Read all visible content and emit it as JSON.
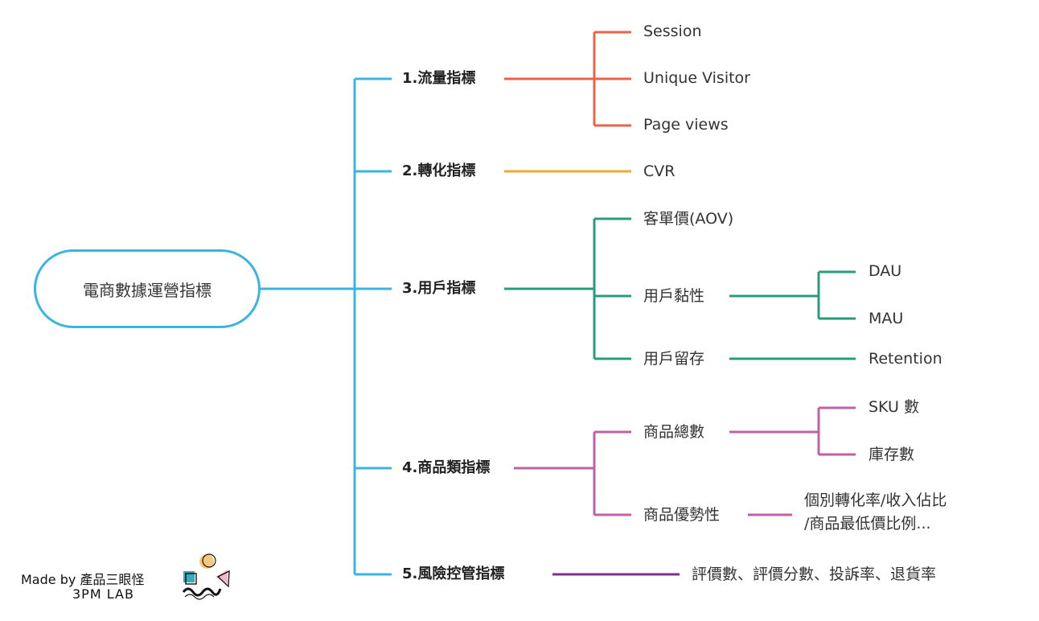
{
  "root": {
    "label": "電商數據運營指標",
    "color": "#3ab4e0"
  },
  "branches": [
    {
      "id": "traffic",
      "label": "1.流量指標",
      "color": "#ea6548",
      "children": [
        {
          "label": "Session"
        },
        {
          "label": "Unique Visitor"
        },
        {
          "label": "Page views"
        }
      ]
    },
    {
      "id": "conversion",
      "label": "2.轉化指標",
      "color": "#f0a92c",
      "children": [
        {
          "label": "CVR"
        }
      ]
    },
    {
      "id": "user",
      "label": "3.用戶指標",
      "color": "#2b9b7f",
      "children": [
        {
          "label": "客單價(AOV)"
        },
        {
          "label": "用戶黏性",
          "children": [
            {
              "label": "DAU"
            },
            {
              "label": "MAU"
            }
          ]
        },
        {
          "label": "用戶留存",
          "children": [
            {
              "label": "Retention"
            }
          ]
        }
      ]
    },
    {
      "id": "product",
      "label": "4.商品類指標",
      "color": "#c060a8",
      "children": [
        {
          "label": "商品總數",
          "children": [
            {
              "label": "SKU 數"
            },
            {
              "label": "庫存數"
            }
          ]
        },
        {
          "label": "商品優勢性",
          "children": [
            {
              "label": "個別轉化率/收入佔比",
              "label2": "/商品最低價比例..."
            }
          ]
        }
      ]
    },
    {
      "id": "risk",
      "label": "5.風險控管指標",
      "color": "#7f2d8f",
      "children": [
        {
          "label": "評價數、評價分數、投訴率、退貨率"
        }
      ]
    }
  ],
  "credit": {
    "line1": "Made by 產品三眼怪",
    "line2": "3PM LAB",
    "logo_colors": {
      "square": "#3aaab8",
      "circle": "#f6c77d",
      "triangle": "#f2b6cf",
      "wave": "#111111"
    }
  }
}
